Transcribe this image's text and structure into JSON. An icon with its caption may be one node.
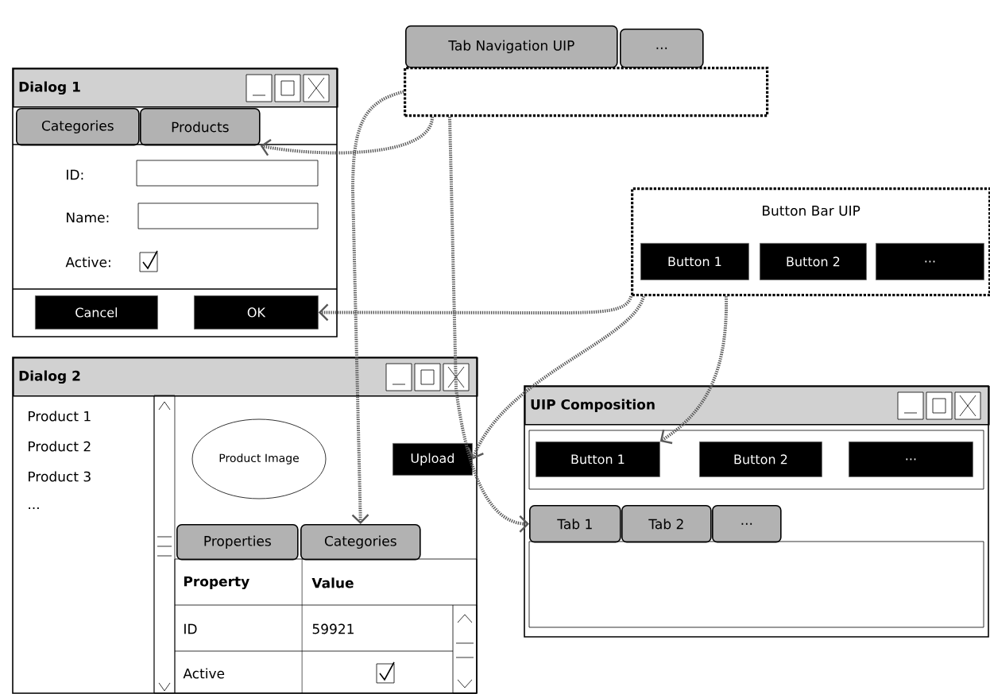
{
  "diagram": {
    "nodes": [
      {
        "text": [],
        "shape": "box"
      },
      {
        "text": [
          "Tab Navigation UIP"
        ]
      },
      {
        "text": [
          "..."
        ]
      },
      {
        "text": [
          "Dialog 1"
        ]
      },
      {
        "text": [
          "Categories"
        ],
        "in": 3
      },
      {
        "text": [
          "Products"
        ],
        "in": 3
      },
      {
        "text": [
          "Cancel"
        ],
        "in": 3
      },
      {
        "text": [
          "OK"
        ],
        "in": 3
      },
      {
        "text": [
          "Dialog 2"
        ]
      },
      {
        "text": [
          "Product Image"
        ],
        "in": 8
      },
      {
        "text": [
          "Upload"
        ],
        "in": 8
      },
      {
        "text": [
          "Properties"
        ],
        "in": 8
      },
      {
        "text": [
          "Categories"
        ],
        "in": 8
      },
      {
        "text": [
          "Button Bar UIP"
        ]
      },
      {
        "text": [
          "Button 1"
        ],
        "in": 13
      },
      {
        "text": [
          "Button 2"
        ],
        "in": 13
      },
      {
        "text": [
          "..."
        ],
        "in": 13
      },
      {
        "text": [
          "UIP Composition"
        ]
      },
      {
        "text": [
          "Button 1"
        ],
        "in": 17
      },
      {
        "text": [
          "Button 2"
        ],
        "in": 17
      },
      {
        "text": [
          "..."
        ],
        "in": 17
      },
      {
        "text": [
          "Tab 1"
        ],
        "in": 17
      },
      {
        "text": [
          "Tab 2"
        ],
        "in": 17
      },
      {
        "text": [
          "..."
        ],
        "in": 17
      }
    ],
    "edges": [
      {
        "from": 0,
        "to": 12,
        "arrow": "to",
        "style": "dashed"
      },
      {
        "from": 0,
        "to": 5,
        "arrow": "to",
        "style": "dashed"
      },
      {
        "from": 0,
        "to": 21,
        "arrow": "to",
        "style": "dashed"
      },
      {
        "from": 13,
        "to": 7,
        "arrow": "to",
        "style": "dashed"
      },
      {
        "from": 13,
        "to": 10,
        "arrow": "to",
        "style": "dashed"
      },
      {
        "from": 13,
        "to": 18,
        "arrow": "to",
        "style": "dashed"
      }
    ],
    "labels": [
      "ID:",
      "Name:",
      "Active:",
      "Product 1",
      "Product 2",
      "Product 3",
      "...",
      "Property",
      "Value",
      "ID",
      "59921",
      "Active"
    ]
  }
}
